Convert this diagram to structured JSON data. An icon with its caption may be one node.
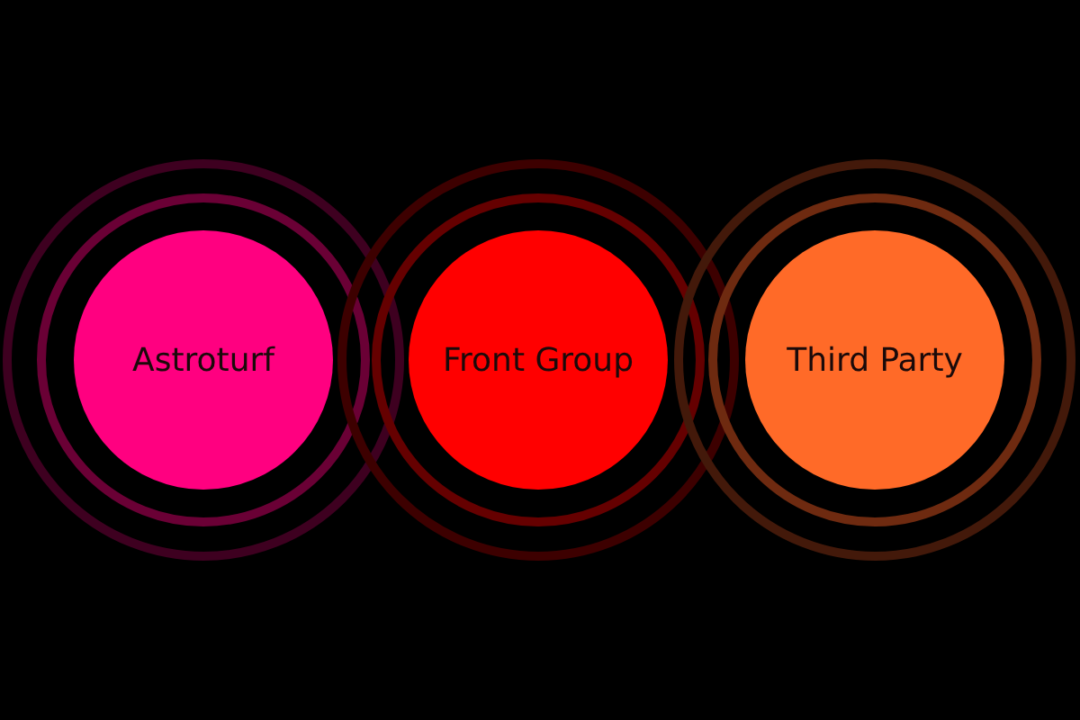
{
  "diagram": {
    "nodes": [
      {
        "text": [
          "Astroturf"
        ]
      },
      {
        "text": [
          "Front Group"
        ]
      },
      {
        "text": [
          "Third Party"
        ]
      }
    ]
  }
}
